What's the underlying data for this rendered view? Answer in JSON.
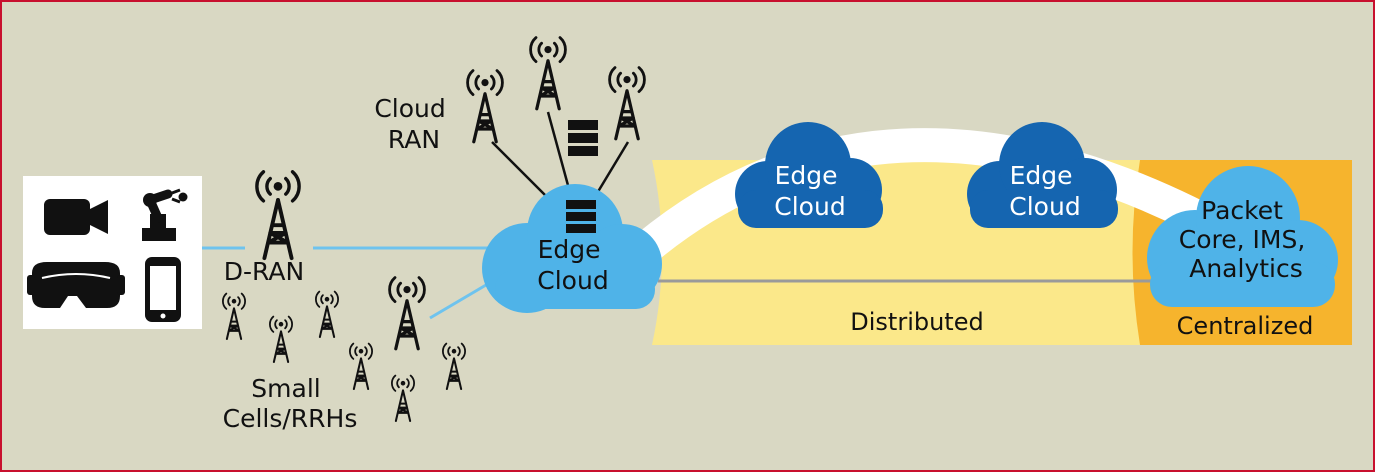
{
  "colors": {
    "background": "#d9d8c3",
    "border": "#c8102e",
    "yellow_band": "#fbe88a",
    "orange_band": "#f6b42d",
    "dark_cloud": "#1565b0",
    "light_cloud": "#4fb3e8",
    "link_blue": "#6ec3ee",
    "arc": "#ffffff",
    "gray_line": "#9a9a9a"
  },
  "labels": {
    "cloud_ran": [
      "Cloud",
      "RAN"
    ],
    "d_ran": "D-RAN",
    "small_cells": [
      "Small",
      "Cells/RRHs"
    ],
    "central_edge_cloud": [
      "Edge",
      "Cloud"
    ],
    "edge_cloud_1": [
      "Edge",
      "Cloud"
    ],
    "edge_cloud_2": [
      "Edge",
      "Cloud"
    ],
    "core_cloud": [
      "Packet",
      "Core, IMS,",
      "Analytics"
    ],
    "distributed": "Distributed",
    "centralized": "Centralized"
  },
  "devices": [
    "video-camera-icon",
    "robot-arm-icon",
    "vr-headset-icon",
    "smartphone-icon"
  ]
}
